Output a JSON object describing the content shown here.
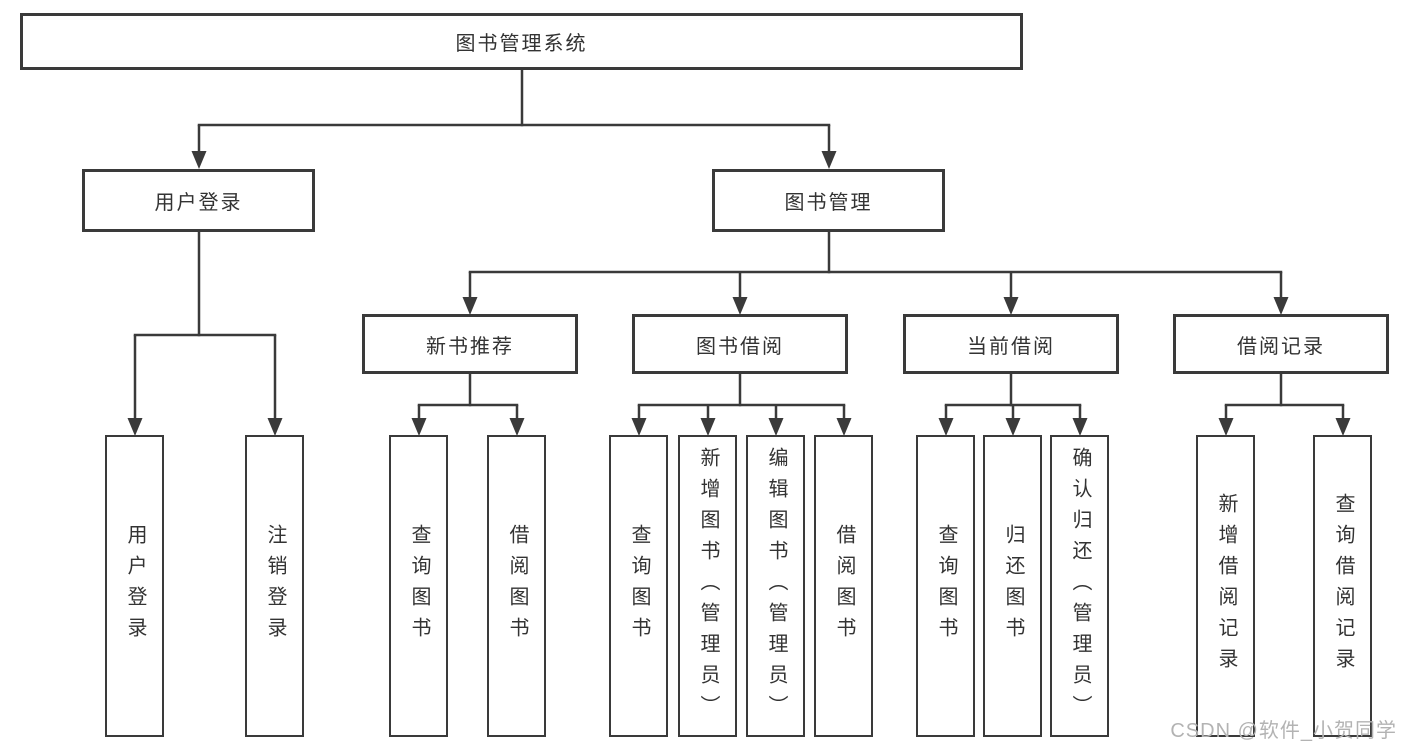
{
  "tree": {
    "root": {
      "label": "图书管理系统"
    },
    "level2": [
      {
        "label": "用户登录"
      },
      {
        "label": "图书管理"
      }
    ],
    "level3": [
      {
        "label": "新书推荐"
      },
      {
        "label": "图书借阅"
      },
      {
        "label": "当前借阅"
      },
      {
        "label": "借阅记录"
      }
    ],
    "leaves": {
      "login": [
        {
          "label": "用户登录"
        },
        {
          "label": "注销登录"
        }
      ],
      "recommend": [
        {
          "label": "查询图书"
        },
        {
          "label": "借阅图书"
        }
      ],
      "borrow": [
        {
          "label": "查询图书"
        },
        {
          "label": "新增图书（管理员）"
        },
        {
          "label": "编辑图书（管理员）"
        },
        {
          "label": "借阅图书"
        }
      ],
      "current": [
        {
          "label": "查询图书"
        },
        {
          "label": "归还图书"
        },
        {
          "label": "确认归还（管理员）"
        }
      ],
      "records": [
        {
          "label": "新增借阅记录"
        },
        {
          "label": "查询借阅记录"
        }
      ]
    }
  },
  "watermark": {
    "text": "CSDN @软件_小贺同学"
  },
  "colors": {
    "line": "#3a3a3a",
    "border": "#3a3a3a",
    "fill": "#ffffff",
    "text": "#333333",
    "watermark": "#b3b3b3"
  }
}
